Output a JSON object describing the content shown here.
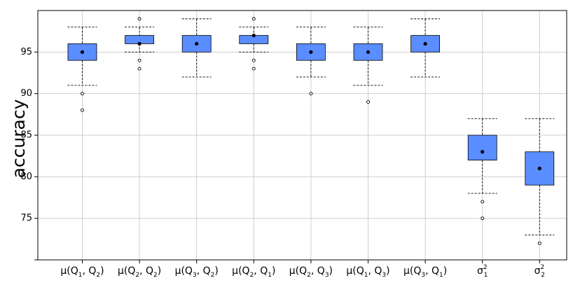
{
  "chart_data": {
    "type": "box",
    "ylabel": "accuracy",
    "xlabel": "",
    "ylim": [
      70,
      100
    ],
    "yticks": [
      75,
      80,
      85,
      90,
      95
    ],
    "grid": true,
    "box_color": "#5a8dff",
    "categories": [
      {
        "label": "μ(Q1, Q2)",
        "base": "μ(Q",
        "a": "1",
        "b": "2"
      },
      {
        "label": "μ(Q2, Q2)",
        "base": "μ(Q",
        "a": "2",
        "b": "2"
      },
      {
        "label": "μ(Q3, Q2)",
        "base": "μ(Q",
        "a": "3",
        "b": "2"
      },
      {
        "label": "μ(Q2, Q1)",
        "base": "μ(Q",
        "a": "2",
        "b": "1"
      },
      {
        "label": "μ(Q2, Q3)",
        "base": "μ(Q",
        "a": "2",
        "b": "3"
      },
      {
        "label": "μ(Q1, Q3)",
        "base": "μ(Q",
        "a": "1",
        "b": "3"
      },
      {
        "label": "μ(Q3, Q1)",
        "base": "μ(Q",
        "a": "3",
        "b": "1"
      },
      {
        "label": "σ1²",
        "base": "σ",
        "sup": "2",
        "sub": "1"
      },
      {
        "label": "σ2²",
        "base": "σ",
        "sup": "2",
        "sub": "2"
      }
    ],
    "boxes": [
      {
        "whisker_low": 91,
        "q1": 94,
        "median": 95,
        "q3": 96,
        "whisker_high": 98,
        "outliers": [
          90,
          88
        ]
      },
      {
        "whisker_low": 95,
        "q1": 96,
        "median": 96,
        "q3": 97,
        "whisker_high": 98,
        "outliers": [
          99,
          94,
          93
        ]
      },
      {
        "whisker_low": 92,
        "q1": 95,
        "median": 96,
        "q3": 97,
        "whisker_high": 99,
        "outliers": []
      },
      {
        "whisker_low": 95,
        "q1": 96,
        "median": 97,
        "q3": 97,
        "whisker_high": 98,
        "outliers": [
          99,
          94,
          93
        ]
      },
      {
        "whisker_low": 92,
        "q1": 94,
        "median": 95,
        "q3": 96,
        "whisker_high": 98,
        "outliers": [
          90
        ]
      },
      {
        "whisker_low": 91,
        "q1": 94,
        "median": 95,
        "q3": 96,
        "whisker_high": 98,
        "outliers": [
          89
        ]
      },
      {
        "whisker_low": 92,
        "q1": 95,
        "median": 96,
        "q3": 97,
        "whisker_high": 99,
        "outliers": []
      },
      {
        "whisker_low": 78,
        "q1": 82,
        "median": 83,
        "q3": 85,
        "whisker_high": 87,
        "outliers": [
          77,
          75
        ]
      },
      {
        "whisker_low": 73,
        "q1": 79,
        "median": 81,
        "q3": 83,
        "whisker_high": 87,
        "outliers": [
          72
        ]
      }
    ]
  }
}
